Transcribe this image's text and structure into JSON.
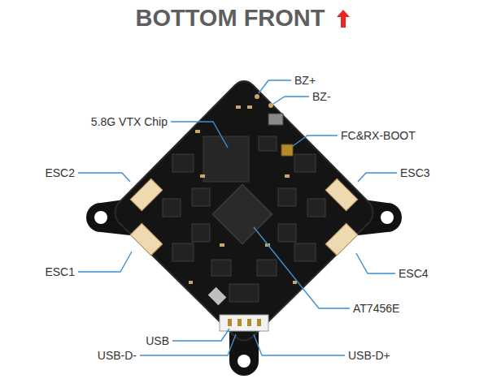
{
  "diagram": {
    "title": "BOTTOM FRONT",
    "labels": [
      "BZ+",
      "BZ-",
      "5.8G VTX Chip",
      "FC&RX-BOOT",
      "ESC2",
      "ESC3",
      "ESC1",
      "ESC4",
      "AT7456E",
      "USB",
      "USB-D-",
      "USB-D+"
    ]
  }
}
